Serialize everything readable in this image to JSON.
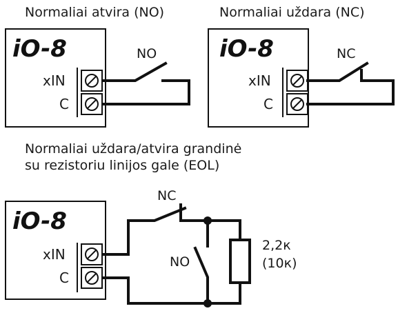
{
  "panels": {
    "no": {
      "title": "Normaliai atvira (NO)",
      "device": "iO-8",
      "terminal_in": "xIN",
      "terminal_common": "C",
      "switch_label": "NO"
    },
    "nc": {
      "title": "Normaliai uždara (NC)",
      "device": "iO-8",
      "terminal_in": "xIN",
      "terminal_common": "C",
      "switch_label": "NC"
    },
    "eol": {
      "title_line1": "Normaliai uždara/atvira grandinė",
      "title_line2": "su rezistoriu linijos gale (EOL)",
      "device": "iO-8",
      "terminal_in": "xIN",
      "terminal_common": "C",
      "nc_label": "NC",
      "no_label": "NO",
      "resistor_value": "2,2к",
      "resistor_alt": "(10к)"
    }
  },
  "colors": {
    "line": "#111111",
    "text": "#1a1a1a",
    "background": "#ffffff"
  },
  "icons": [
    "screw-terminal-icon",
    "switch-open-icon",
    "switch-closed-icon",
    "resistor-icon",
    "junction-dot-icon"
  ]
}
